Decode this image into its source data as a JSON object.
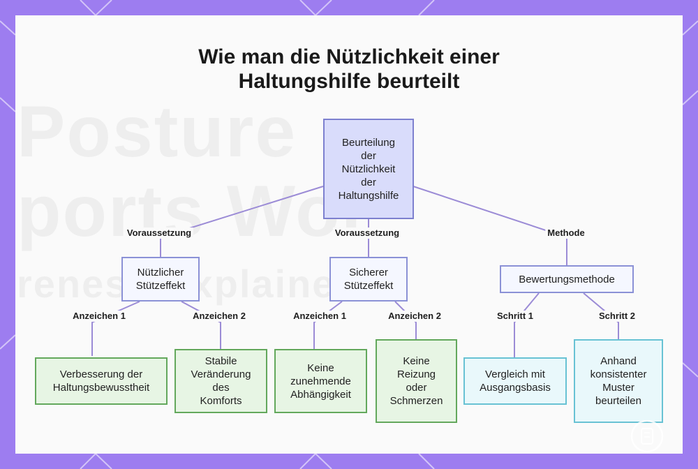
{
  "title_line1": "Wie man die Nützlichkeit einer",
  "title_line2": "Haltungshilfe beurteilt",
  "watermark": {
    "line1": "Posture",
    "line2": "ports Wor",
    "line3": "reness Explained"
  },
  "nodes": {
    "root": [
      "Beurteilung",
      "der",
      "Nützlichkeit",
      "der",
      "Haltungshilfe"
    ],
    "useful_support": [
      "Nützlicher",
      "Stützeffekt"
    ],
    "safe_support": [
      "Sicherer",
      "Stützeffekt"
    ],
    "assessment_method": [
      "Bewertungsmethode"
    ],
    "awareness": [
      "Verbesserung der",
      "Haltungsbewusstheit"
    ],
    "comfort": [
      "Stabile",
      "Veränderung",
      "des",
      "Komforts"
    ],
    "dependency": [
      "Keine",
      "zunehmende",
      "Abhängigkeit"
    ],
    "pain": [
      "Keine",
      "Reizung",
      "oder",
      "Schmerzen"
    ],
    "baseline": [
      "Vergleich mit",
      "Ausgangsbasis"
    ],
    "patterns": [
      "Anhand",
      "konsistenter",
      "Muster",
      "beurteilen"
    ]
  },
  "edges": {
    "prerequisite_left": "Voraussetzung",
    "prerequisite_mid": "Voraussetzung",
    "method": "Methode",
    "sign1_left": "Anzeichen 1",
    "sign2_left": "Anzeichen 2",
    "sign1_mid": "Anzeichen 1",
    "sign2_mid": "Anzeichen 2",
    "step1": "Schritt 1",
    "step2": "Schritt 2"
  },
  "colors": {
    "frame": "#9d7df0",
    "connector": "#9b8bd6",
    "root_fill": "#d9dcfb",
    "green_fill": "#e7f5e4",
    "cyan_fill": "#e9f8fb"
  }
}
